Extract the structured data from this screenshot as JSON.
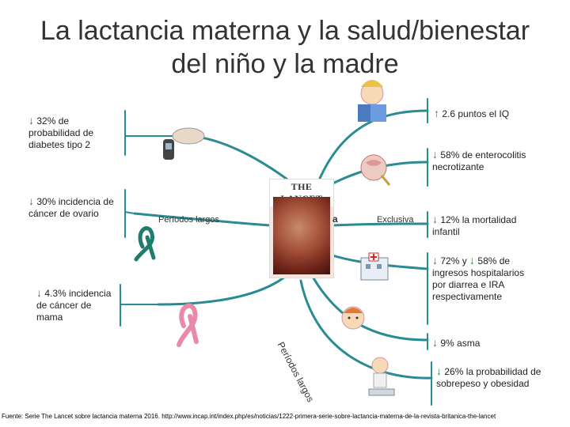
{
  "title": {
    "line1": "La lactancia materna y la salud/bienestar",
    "line2": "del niño y la madre"
  },
  "center": {
    "header": "THE LANCET",
    "left_label": "Períodos largos",
    "right_label": "Exclusiva",
    "mid_fragment": "a",
    "bottom_label": "Períodos largos"
  },
  "left_items": [
    {
      "arrow": "↓",
      "text": "32% de probabilidad de diabetes tipo 2"
    },
    {
      "arrow": "↓",
      "text": "30% incidencia de cáncer de ovario"
    },
    {
      "arrow": "↓",
      "text": "4.3% incidencia de cáncer de mama"
    }
  ],
  "right_items": [
    {
      "arrow": "↑",
      "text": "2.6 puntos el IQ"
    },
    {
      "arrow": "↓",
      "text": "58% de enterocolitis necrotizante"
    },
    {
      "arrow": "↓",
      "text": "12% la mortalidad infantil"
    },
    {
      "arrow": "↓",
      "text": "72% y",
      "arrow2": "↓",
      "text2": "58% de ingresos hospitalarios por diarrea e IRA respectivamente"
    },
    {
      "arrow": "↓",
      "text": "9% asma"
    },
    {
      "arrow": "↓",
      "text": "26% la probabilidad de sobrepeso y obesidad"
    }
  ],
  "icons": [
    "glucometer-icon",
    "teal-ribbon-icon",
    "pink-ribbon-icon",
    "child-reading-icon",
    "intestine-icon",
    "hospital-icon",
    "sick-child-icon",
    "scale-icon",
    "lancet-cover-image"
  ],
  "colors": {
    "link": "#2a8c92",
    "arrow": "#2e8b2e",
    "teal_ribbon": "#1f7d6e",
    "pink_ribbon": "#e88aa8"
  },
  "footer": "Fuente: Serie The Lancet sobre lactancia materna 2016. http://www.incap.int/index.php/es/noticias/1222-primera-serie-sobre-lactancia-materna-de-la-revista-britanica-the-lancet"
}
